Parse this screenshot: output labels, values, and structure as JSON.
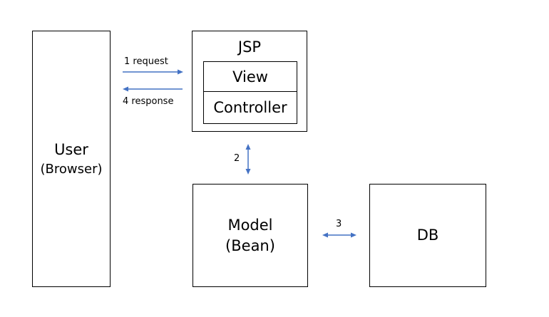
{
  "user": {
    "line1": "User",
    "line2": "(Browser)"
  },
  "jsp": {
    "title": "JSP",
    "view": "View",
    "controller": "Controller"
  },
  "model": {
    "line1": "Model",
    "line2": "(Bean)"
  },
  "db": {
    "label": "DB"
  },
  "flows": {
    "request": "1 request",
    "response": "4 response",
    "step2": "2",
    "step3": "3"
  },
  "colors": {
    "arrow": "#4472C4",
    "border": "#000000"
  }
}
